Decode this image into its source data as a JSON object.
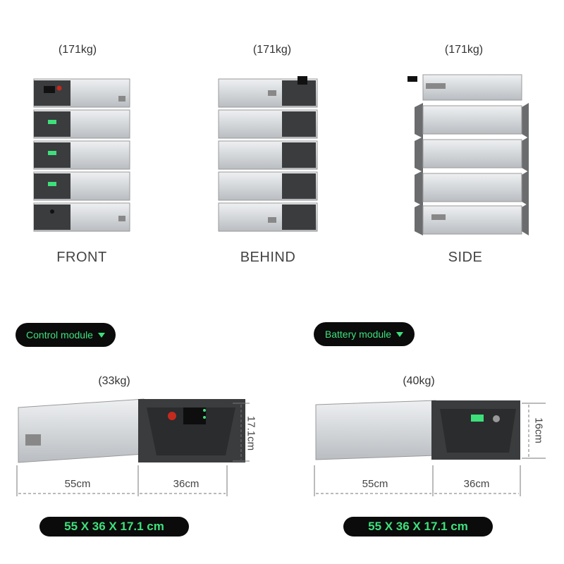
{
  "views": [
    {
      "weight": "(171kg)",
      "label": "FRONT"
    },
    {
      "weight": "(171kg)",
      "label": "BEHIND"
    },
    {
      "weight": "(171kg)",
      "label": "SIDE"
    }
  ],
  "modules": {
    "control": {
      "button_label": "Control module",
      "weight": "(33kg)",
      "length": "55cm",
      "depth": "36cm",
      "height": "17.1cm",
      "size_badge": "55 X 36 X 17.1 cm"
    },
    "battery": {
      "button_label": "Battery module",
      "weight": "(40kg)",
      "length": "55cm",
      "depth": "36cm",
      "height": "16cm",
      "size_badge": "55 X 36 X 17.1 cm"
    }
  },
  "colors": {
    "pill_bg": "#0b0b0b",
    "pill_text": "#3ee07c",
    "chassis": "#cfd2d5",
    "panel": "#3a3c3e"
  }
}
